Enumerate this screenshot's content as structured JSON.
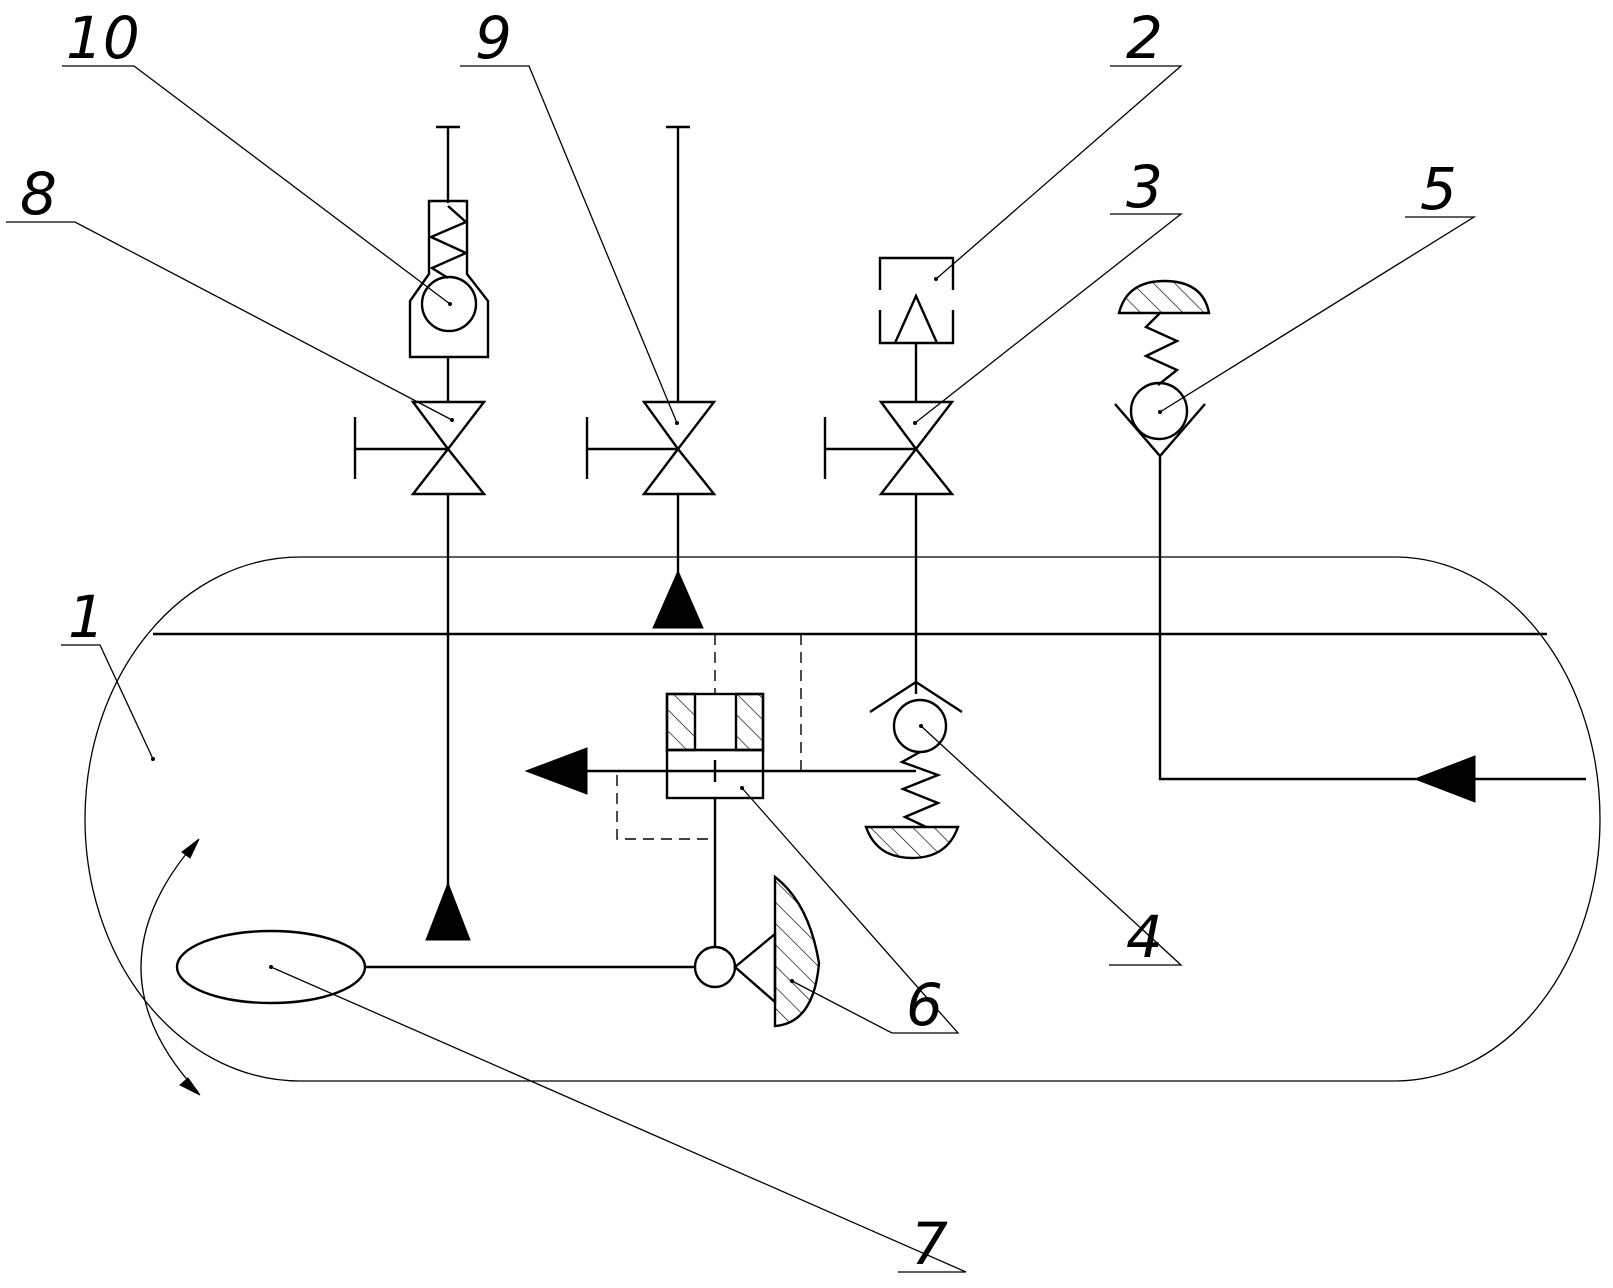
{
  "labels": {
    "l1": "1",
    "l2": "2",
    "l3": "3",
    "l4": "4",
    "l5": "5",
    "l6": "6",
    "l7": "7",
    "l8": "8",
    "l9": "9",
    "l10": "10"
  },
  "icons": {
    "valve": "manual-gate-valve-icon",
    "check": "check-valve-icon",
    "safety": "spring-loaded-safety-valve-icon",
    "nozzle": "nozzle-icon",
    "float": "float-icon"
  },
  "colors": {
    "line": "#000000",
    "background": "#ffffff"
  }
}
